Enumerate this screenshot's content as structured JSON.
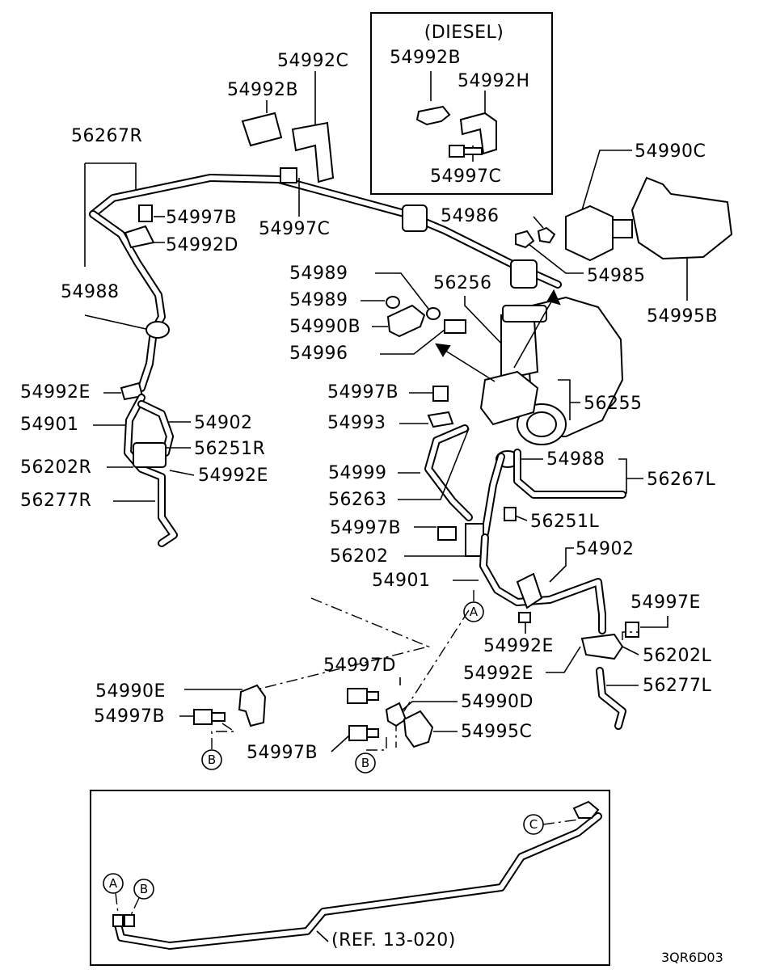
{
  "diagram_code": "3QR6D03",
  "diesel_inset": {
    "title": "(DIESEL)",
    "labels": [
      "54992B",
      "54992H",
      "54997C"
    ]
  },
  "reference_note": "(REF. 13-020)",
  "callouts": [
    "A",
    "B",
    "C"
  ],
  "part_labels": [
    "54992C",
    "54992B",
    "56267R",
    "54997B",
    "54992D",
    "54997C",
    "54986",
    "54990C",
    "54985",
    "54995B",
    "54988",
    "54989",
    "54989",
    "56256",
    "54990B",
    "54996",
    "54992E",
    "54997B",
    "56255",
    "54901",
    "54902",
    "54993",
    "56251R",
    "56202R",
    "54992E",
    "56277R",
    "54988",
    "54999",
    "56267L",
    "56263",
    "54997B",
    "56251L",
    "54902",
    "56202",
    "54901",
    "54997E",
    "54992E",
    "56202L",
    "54992E",
    "56277L",
    "54997D",
    "54990E",
    "54990D",
    "54997B",
    "54995C",
    "54997B"
  ]
}
